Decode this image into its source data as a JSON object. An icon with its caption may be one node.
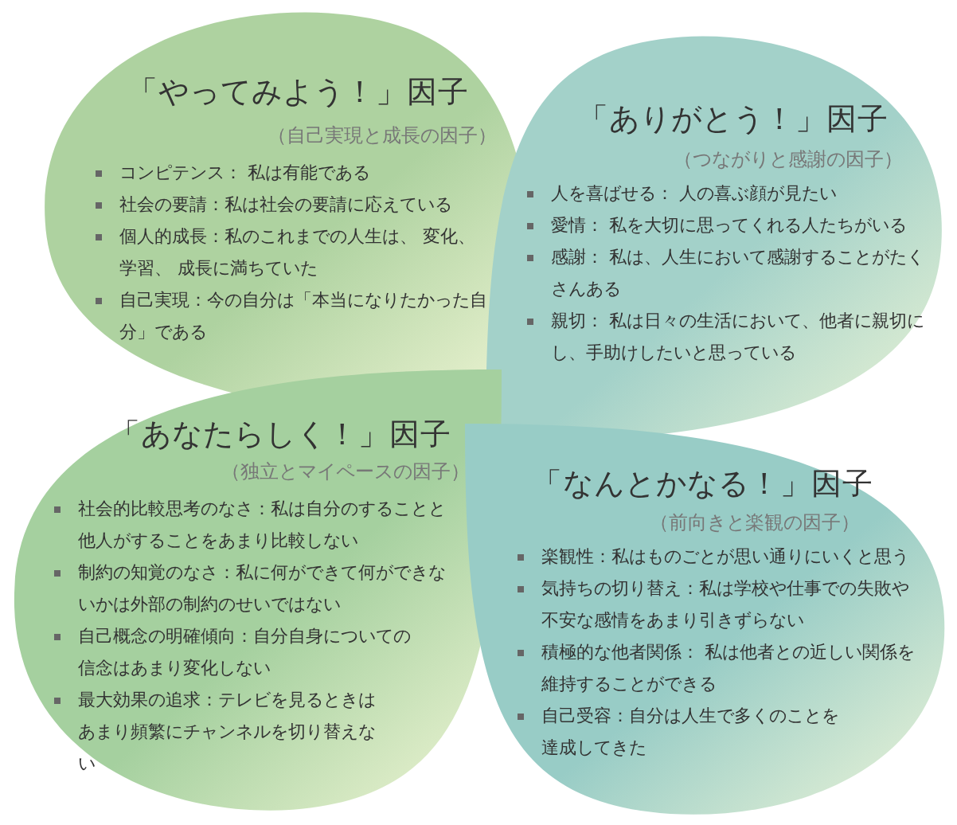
{
  "diagram": {
    "nodes": [
      {
        "text": [
          "「やってみよう！」因子",
          "（自己実現と成長の因子）",
          "コンピテンス： 私は有能である",
          "社会の要請：私は社会の要請に応えている",
          "個人的成長：私のこれまでの人生は、 変化、学習、 成長に満ちていた",
          "自己実現：今の自分は「本当になりたかった自分」である"
        ]
      },
      {
        "text": [
          "「ありがとう！」因子",
          "（つながりと感謝の因子）",
          "人を喜ばせる： 人の喜ぶ顔が見たい",
          "愛情： 私を大切に思ってくれる人たちがいる",
          "感謝： 私は、人生において感謝することがたくさんある",
          "親切： 私は日々の生活において、他者に親切にし、手助けしたいと思っている"
        ]
      },
      {
        "text": [
          "「あなたらしく！」因子",
          "（独立とマイペースの因子）",
          "社会的比較思考のなさ：私は自分のすることと他人がすることをあまり比較しない",
          "制約の知覚のなさ：私に何ができて何ができないかは外部の制約のせいではない",
          "自己概念の明確傾向：自分自身についての信念はあまり変化しない",
          "最大効果の追求：テレビを見るときはあまり頻繁にチャンネルを切り替えない"
        ]
      },
      {
        "text": [
          "「なんとかなる！」因子",
          "（前向きと楽観の因子）",
          "楽観性：私はものごとが思い通りにいくと思う",
          "気持ちの切り替え：私は学校や仕事での失敗や不安な感情をあまり引きずらない",
          "積極的な他者関係： 私は他者との近しい関係を維持することができる",
          "自己受容：自分は人生で多くのことを達成してきた"
        ]
      }
    ]
  }
}
